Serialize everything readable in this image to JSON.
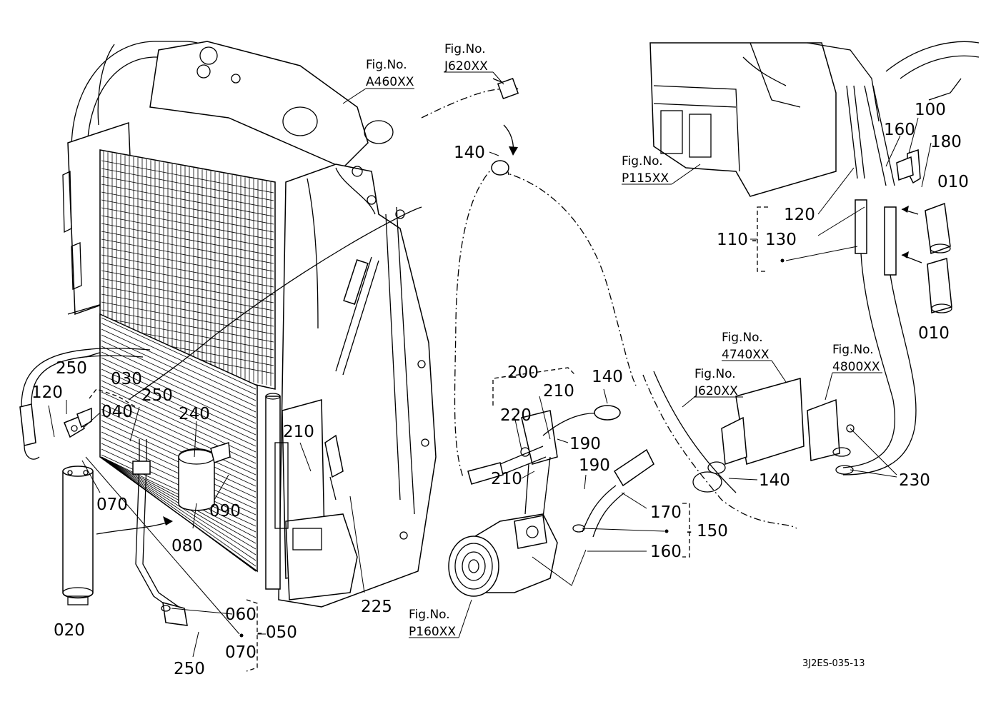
{
  "document_code": "3J2ES-035-13",
  "fig_refs": {
    "a460": {
      "caption": "Fig.No.",
      "number": "A460XX"
    },
    "j620_top": {
      "caption": "Fig.No.",
      "number": "J620XX"
    },
    "p115": {
      "caption": "Fig.No.",
      "number": "P115XX"
    },
    "f4740": {
      "caption": "Fig.No.",
      "number": "4740XX"
    },
    "f4800": {
      "caption": "Fig.No.",
      "number": "4800XX"
    },
    "j620_mid": {
      "caption": "Fig.No.",
      "number": "J620XX"
    },
    "p160": {
      "caption": "Fig.No.",
      "number": "P160XX"
    }
  },
  "parts": {
    "p010a": "010",
    "p010b": "010",
    "p020": "020",
    "p030": "030",
    "p040": "040",
    "p050": "050",
    "p060": "060",
    "p070a": "070",
    "p070b": "070",
    "p080": "080",
    "p090": "090",
    "p100": "100",
    "p110": "110",
    "p120a": "120",
    "p120b": "120",
    "p130": "130",
    "p140a": "140",
    "p140b": "140",
    "p140c": "140",
    "p150": "150",
    "p160a": "160",
    "p160b": "160",
    "p170": "170",
    "p180": "180",
    "p190a": "190",
    "p190b": "190",
    "p200": "200",
    "p210a": "210",
    "p210b": "210",
    "p210c": "210",
    "p220": "220",
    "p225": "225",
    "p230": "230",
    "p240": "240",
    "p250a": "250",
    "p250b": "250",
    "p250c": "250"
  }
}
